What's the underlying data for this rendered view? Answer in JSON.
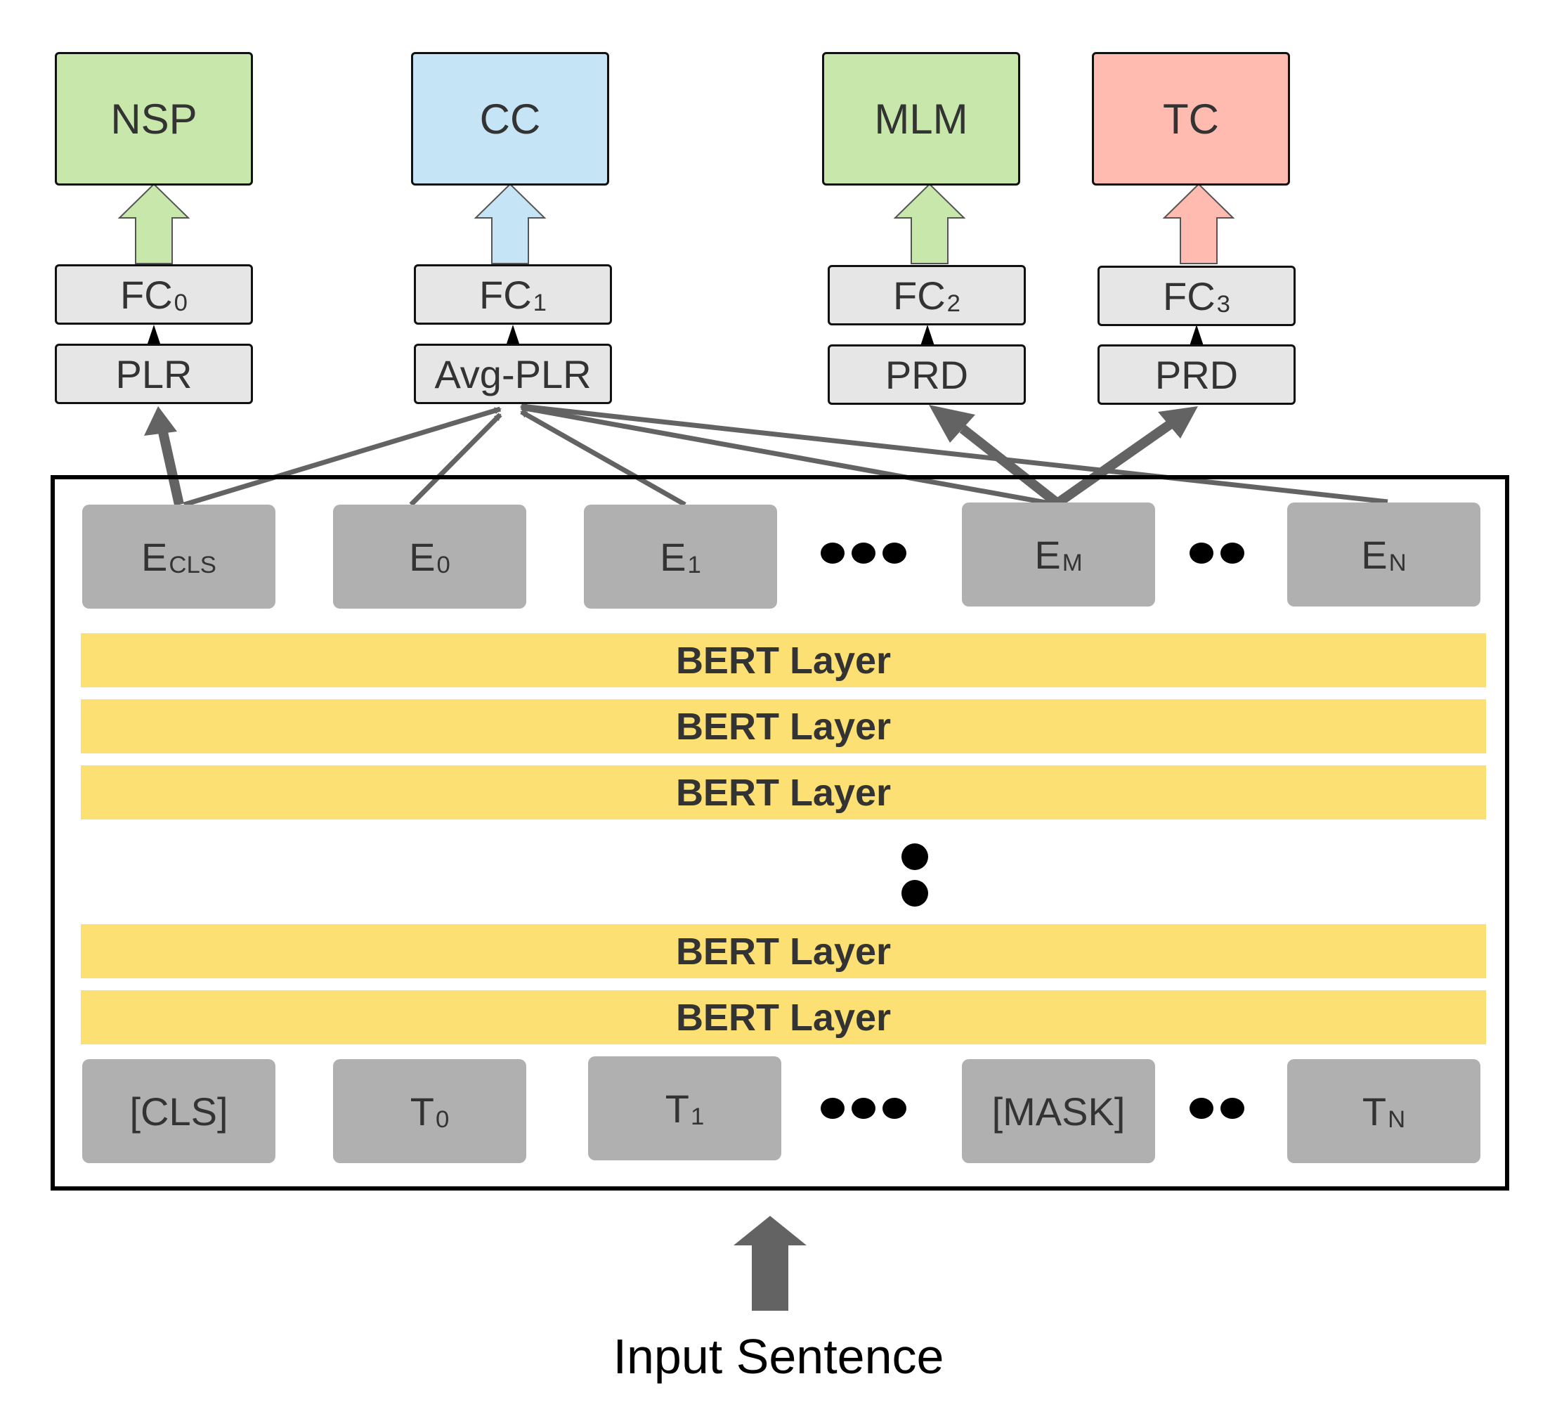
{
  "tasks": [
    {
      "label": "NSP",
      "color": "#c7e8aa"
    },
    {
      "label": "CC",
      "color": "#c5e4f5"
    },
    {
      "label": "MLM",
      "color": "#c7e8aa"
    },
    {
      "label": "TC",
      "color": "#ffbbb0"
    }
  ],
  "heads": {
    "fc": [
      {
        "main": "FC",
        "sub": "0"
      },
      {
        "main": "FC",
        "sub": "1"
      },
      {
        "main": "FC",
        "sub": "2"
      },
      {
        "main": "FC",
        "sub": "3"
      }
    ],
    "pool": [
      "PLR",
      "Avg-PLR",
      "PRD",
      "PRD"
    ]
  },
  "embeddings": [
    {
      "main": "E",
      "sub": "CLS"
    },
    {
      "main": "E",
      "sub": "0"
    },
    {
      "main": "E",
      "sub": "1"
    },
    {
      "main": "E",
      "sub": "M"
    },
    {
      "main": "E",
      "sub": "N"
    }
  ],
  "bert_layers": [
    "BERT Layer",
    "BERT Layer",
    "BERT Layer",
    "BERT Layer",
    "BERT Layer"
  ],
  "tokens": [
    {
      "main": "[CLS]",
      "sub": ""
    },
    {
      "main": "T",
      "sub": "0"
    },
    {
      "main": "T",
      "sub": "1"
    },
    {
      "main": "[MASK]",
      "sub": ""
    },
    {
      "main": "T",
      "sub": "N"
    }
  ],
  "input_label": "Input Sentence",
  "colors": {
    "arrow": "#636363",
    "embedding": "#b0b0b0",
    "bert_layer": "#fde074",
    "head_box": "#e6e6e6"
  }
}
